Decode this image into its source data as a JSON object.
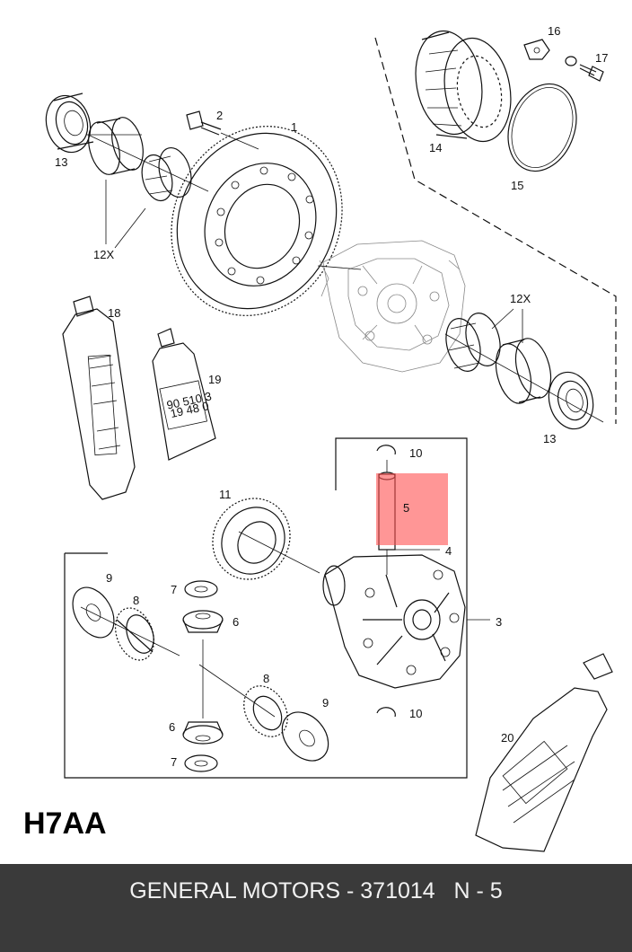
{
  "diagram": {
    "model_code": "H7AA",
    "part_numbers": {
      "n1": "1",
      "n2": "2",
      "n3": "3",
      "n4": "4",
      "n5": "5",
      "n6a": "6",
      "n6b": "6",
      "n7a": "7",
      "n7b": "7",
      "n8a": "8",
      "n8b": "8",
      "n9a": "9",
      "n9b": "9",
      "n10a": "10",
      "n10b": "10",
      "n11": "11",
      "n12a": "12X",
      "n12b": "12X",
      "n13a": "13",
      "n13b": "13",
      "n14": "14",
      "n15": "15",
      "n16": "16",
      "n17": "17",
      "n18": "18",
      "n19": "19",
      "n20": "20"
    },
    "tube19_label": {
      "line1": "90 510 3",
      "line2": "19 48 0"
    },
    "highlighted_part": "5",
    "highlight_color": "#ff5050"
  },
  "footer": {
    "text": "GENERAL MOTORS - 371014   N - 5",
    "background": "#3a3a3a"
  }
}
